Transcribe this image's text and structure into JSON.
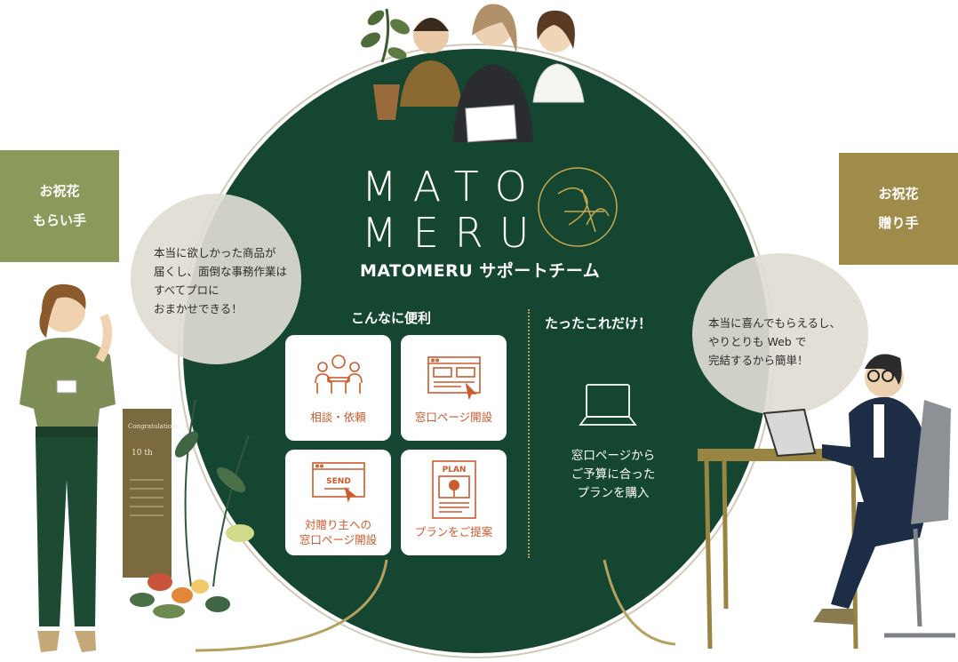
{
  "brand": {
    "logo_line1": "MATO",
    "logo_line2": "MERU",
    "team_title": "MATOMERU サポートチーム"
  },
  "left_column": {
    "heading": "こんなに便利",
    "cards": [
      {
        "icon": "meeting-icon",
        "label": "相談・依頼"
      },
      {
        "icon": "webpage-icon",
        "label": "窓口ページ開設"
      },
      {
        "icon": "send-icon",
        "icon_text": "SEND",
        "label_line1": "対贈り主への",
        "label_line2": "窓口ページ開設"
      },
      {
        "icon": "plan-icon",
        "icon_text": "PLAN",
        "label": "プランをご提案"
      }
    ]
  },
  "right_column": {
    "heading": "たったこれだけ！",
    "laptop_icon": "laptop-icon",
    "line1": "窓口ページから",
    "line2": "ご予算に合った",
    "line3": "プランを購入"
  },
  "receiver": {
    "tag_line1": "お祝花",
    "tag_line2": "もらい手",
    "tag_color": "#8b9a5b",
    "bubble_line1": "本当に欲しかった商品が",
    "bubble_line2": "届くし、面倒な事務作業は",
    "bubble_line3": "すべてプロに",
    "bubble_line4": "おまかせできる！"
  },
  "sender": {
    "tag_line1": "お祝花",
    "tag_line2": "贈り手",
    "tag_color": "#a08c4a",
    "bubble_line1": "本当に喜んでもらえるし、",
    "bubble_line2": "やりとりも Web で",
    "bubble_line3": "完結するから簡単！"
  },
  "colors": {
    "circle": "#154631",
    "card_accent": "#cb5a2d",
    "logo_gold": "#c9a94e"
  }
}
